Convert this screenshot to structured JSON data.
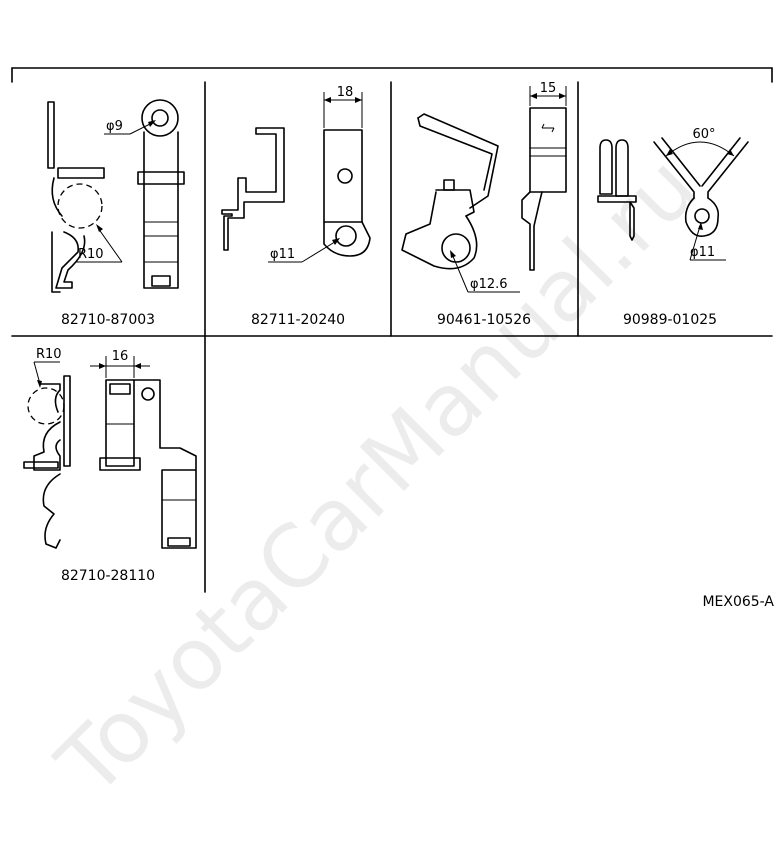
{
  "parts": [
    {
      "part_number": "82710-87003",
      "dims": {
        "diameter": "φ9",
        "radius": "R10"
      }
    },
    {
      "part_number": "82711-20240",
      "dims": {
        "width": "18",
        "diameter": "φ11"
      }
    },
    {
      "part_number": "90461-10526",
      "dims": {
        "width": "15",
        "diameter": "φ12.6"
      }
    },
    {
      "part_number": "90989-01025",
      "dims": {
        "angle": "60°",
        "diameter": "φ11"
      }
    },
    {
      "part_number": "82710-28110",
      "dims": {
        "radius": "R10",
        "width": "16"
      }
    }
  ],
  "drawing_code": "MEX065-A",
  "watermark": "ToyotaCarManual.ru"
}
